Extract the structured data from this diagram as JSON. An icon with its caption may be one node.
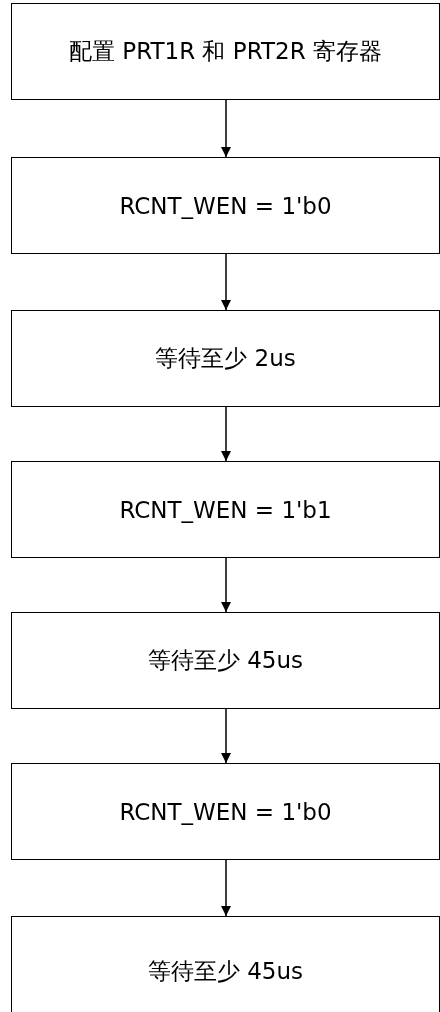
{
  "diagram": {
    "nodes": [
      {
        "text": [
          "配置 PRT1R 和 PRT2R 寄存器"
        ]
      },
      {
        "text": [
          "RCNT_WEN = 1'b0"
        ]
      },
      {
        "text": [
          "等待至少 2us"
        ]
      },
      {
        "text": [
          "RCNT_WEN = 1'b1"
        ]
      },
      {
        "text": [
          "等待至少 45us"
        ]
      },
      {
        "text": [
          "RCNT_WEN = 1'b0"
        ]
      },
      {
        "text": [
          "等待至少 45us"
        ]
      }
    ],
    "edges": [
      {
        "from": 0,
        "to": 1,
        "arrow": "to"
      },
      {
        "from": 1,
        "to": 2,
        "arrow": "to"
      },
      {
        "from": 2,
        "to": 3,
        "arrow": "to"
      },
      {
        "from": 3,
        "to": 4,
        "arrow": "to"
      },
      {
        "from": 4,
        "to": 5,
        "arrow": "to"
      },
      {
        "from": 5,
        "to": 6,
        "arrow": "to"
      }
    ]
  }
}
